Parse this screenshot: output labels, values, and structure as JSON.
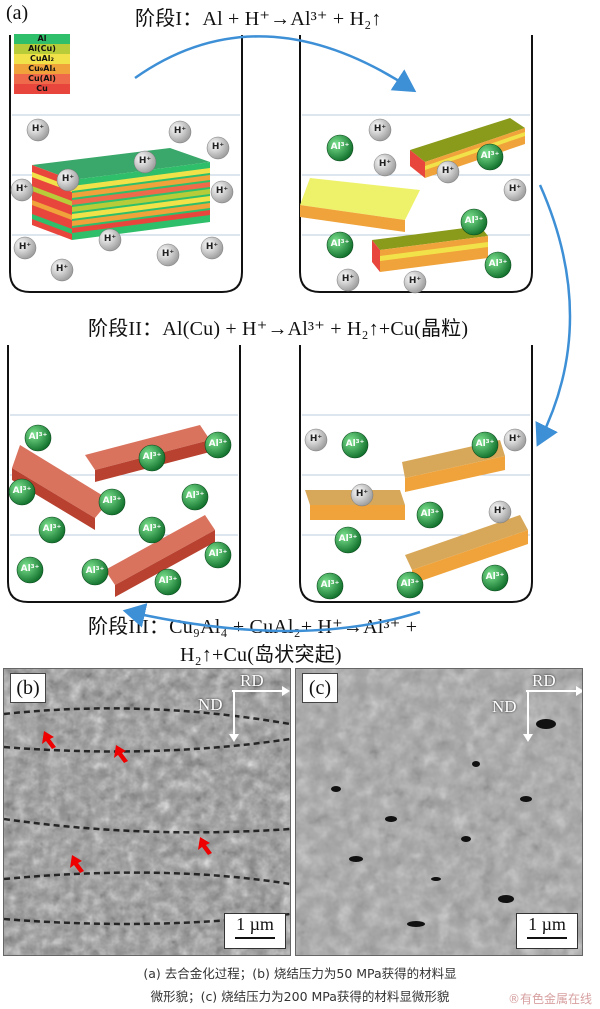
{
  "figure": {
    "panel_a_label": "(a)",
    "panel_b_label": "(b)",
    "panel_c_label": "(c)",
    "stage1": "阶段I：Al + H⁺→Al³⁺ + H₂↑",
    "stage2": "阶段II：Al(Cu) + H⁺→Al³⁺ + H₂↑+Cu(晶粒)",
    "stage3_line1": "阶段III：Cu₉Al₄ + CuAl₂+ H⁺→Al³⁺ +",
    "stage3_line2": "H₂↑+Cu(岛状突起)",
    "legend": [
      "Al",
      "Al(Cu)",
      "CuAl₂",
      "Cu₉Al₄",
      "Cu(Al)",
      "Cu"
    ],
    "ion_h": "H⁺",
    "ion_al": "Al³⁺",
    "axis_rd": "RD",
    "axis_nd": "ND",
    "scale_bar": "1 µm"
  },
  "caption": {
    "line1": "(a) 去合金化过程；(b) 烧结压力为50 MPa获得的材料显",
    "line2": "微形貌；(c) 烧结压力为200 MPa获得的材料显微形貌"
  },
  "watermark": "®有色金属在线",
  "colors": {
    "legend": [
      "#2fbf6a",
      "#b8cc3a",
      "#f2e24a",
      "#f0a33a",
      "#ee6a4a",
      "#e8463c"
    ],
    "h_ion": "#c9c9c9",
    "al_ion": "#1f9e44",
    "arrow": "#3d8fd6"
  }
}
